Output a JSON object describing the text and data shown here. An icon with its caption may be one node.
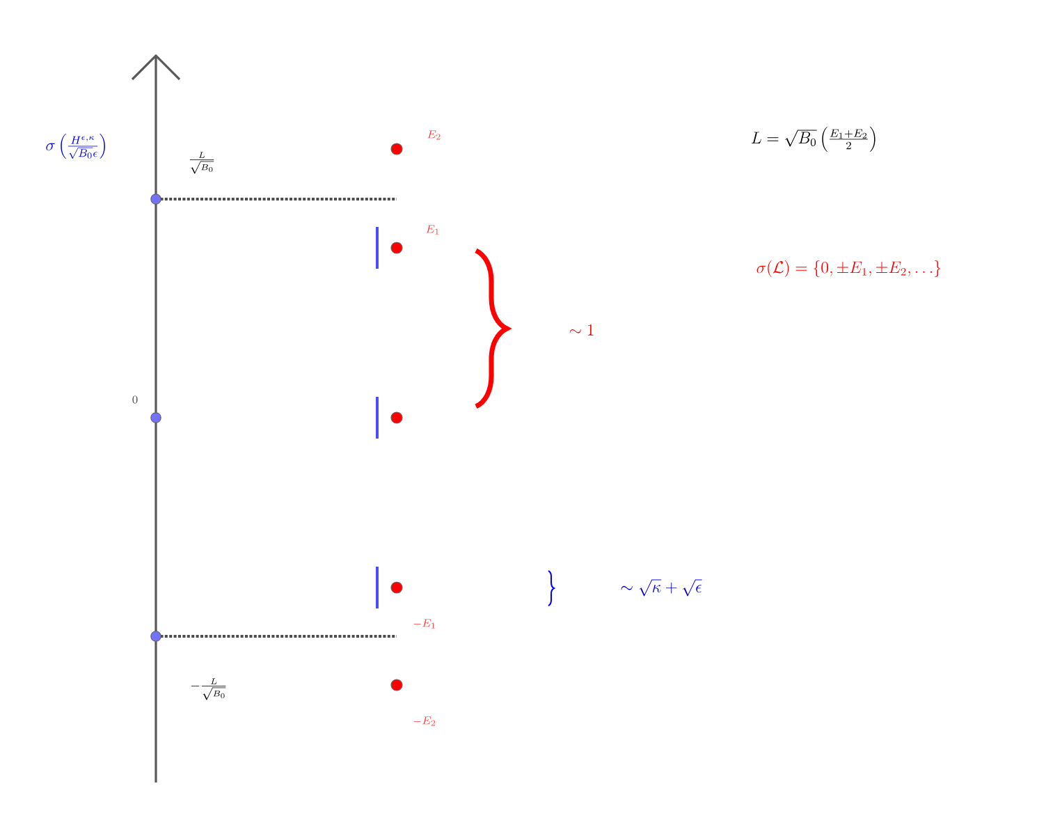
{
  "diagram": {
    "labels": [
      "\\sigma\\left(\\frac{H^{\\epsilon,\\kappa}}{\\sqrt{B_0}\\epsilon}\\right)",
      "E_2",
      "L=\\sqrt{B_0}\\left(\\frac{E_1+E_2}{2}\\right)",
      "\\frac{L}{\\sqrt{B_0}}",
      "E_1",
      "\\sigma(\\mathcal{L})=\\{0,\\pm E_1,\\pm E_2,\\ldots\\}",
      "\\sim 1",
      "0",
      "\\sim\\sqrt{\\kappa}+\\sqrt{\\epsilon}",
      "-E_1",
      "-\\frac{L}{\\sqrt{B_0}}",
      "-E_2"
    ]
  }
}
